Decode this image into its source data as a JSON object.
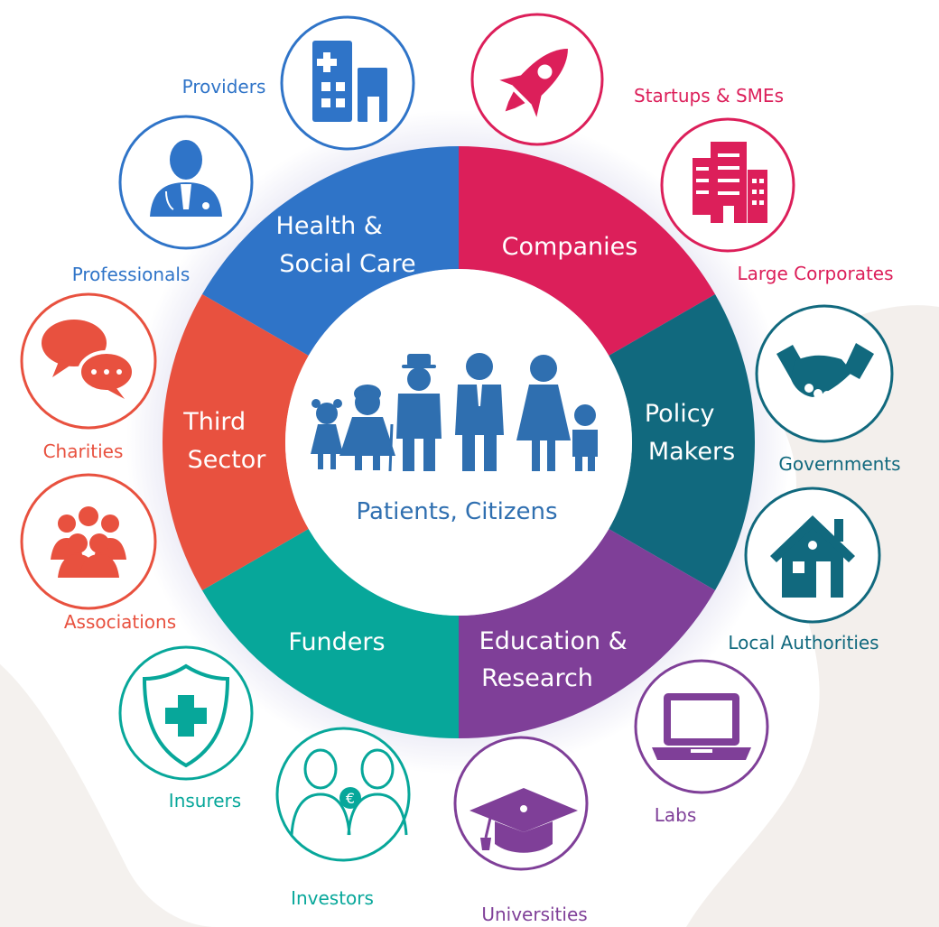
{
  "center": {
    "label": "Patients, Citizens",
    "icon": "family-icon",
    "color": "#2f6fb0"
  },
  "segments": [
    {
      "id": "health",
      "lines": [
        "Health &",
        "Social Care"
      ],
      "color": "#2f74c8"
    },
    {
      "id": "companies",
      "lines": [
        "Companies"
      ],
      "color": "#dc1f5a"
    },
    {
      "id": "policy",
      "lines": [
        "Policy",
        "Makers"
      ],
      "color": "#11697e"
    },
    {
      "id": "education",
      "lines": [
        "Education &",
        "Research"
      ],
      "color": "#7f3f98"
    },
    {
      "id": "funders",
      "lines": [
        "Funders"
      ],
      "color": "#07a79a"
    },
    {
      "id": "third",
      "lines": [
        "Third",
        "Sector"
      ],
      "color": "#e8513f"
    }
  ],
  "nodes": [
    {
      "id": "providers",
      "label": "Providers",
      "icon": "hospital-building-icon",
      "color": "#2f74c8"
    },
    {
      "id": "professionals",
      "label": "Professionals",
      "icon": "doctor-icon",
      "color": "#2f74c8"
    },
    {
      "id": "startups",
      "label": "Startups & SMEs",
      "icon": "rocket-icon",
      "color": "#dc1f5a"
    },
    {
      "id": "large",
      "label": "Large Corporates",
      "icon": "office-building-icon",
      "color": "#dc1f5a"
    },
    {
      "id": "governments",
      "label": "Governments",
      "icon": "handshake-icon",
      "color": "#11697e"
    },
    {
      "id": "local",
      "label": "Local Authorities",
      "icon": "house-icon",
      "color": "#11697e"
    },
    {
      "id": "labs",
      "label": "Labs",
      "icon": "laptop-icon",
      "color": "#7f3f98"
    },
    {
      "id": "universities",
      "label": "Universities",
      "icon": "graduation-cap-icon",
      "color": "#7f3f98"
    },
    {
      "id": "investors",
      "label": "Investors",
      "icon": "investors-icon",
      "color": "#07a79a"
    },
    {
      "id": "insurers",
      "label": "Insurers",
      "icon": "shield-cross-icon",
      "color": "#07a79a"
    },
    {
      "id": "associations",
      "label": "Associations",
      "icon": "group-people-icon",
      "color": "#e8513f"
    },
    {
      "id": "charities",
      "label": "Charities",
      "icon": "speech-bubbles-icon",
      "color": "#e8513f"
    }
  ]
}
